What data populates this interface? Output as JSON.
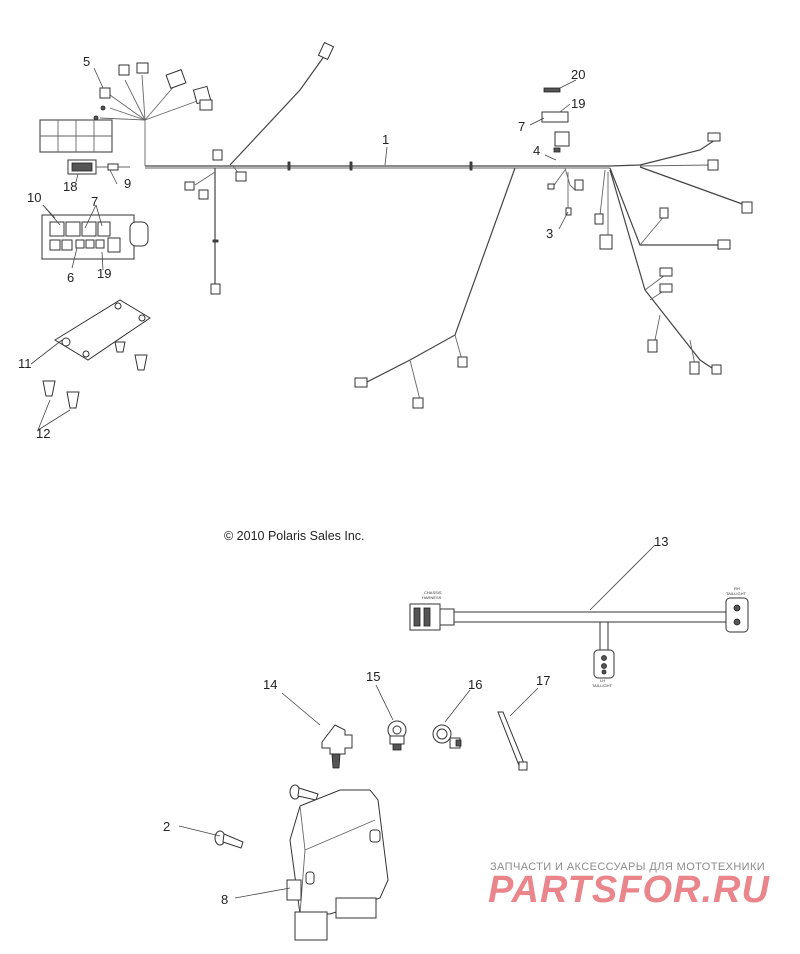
{
  "callouts": {
    "c1": "1",
    "c2": "2",
    "c3": "3",
    "c4": "4",
    "c5": "5",
    "c6": "6",
    "c7a": "7",
    "c7b": "7",
    "c8": "8",
    "c9": "9",
    "c10": "10",
    "c11": "11",
    "c12": "12",
    "c13": "13",
    "c14": "14",
    "c15": "15",
    "c16": "16",
    "c17": "17",
    "c18": "18",
    "c19a": "19",
    "c19b": "19",
    "c20": "20"
  },
  "copyright": "© 2010 Polaris Sales Inc.",
  "harness_labels": {
    "chassis": [
      "CHASSIS",
      "HARNESS"
    ],
    "rh": [
      "RH",
      "TAILLIGHT"
    ],
    "lh": [
      "LH",
      "TAILLIGHT"
    ]
  },
  "watermark": {
    "tagline": "ЗАПЧАСТИ И АКСЕССУАРЫ ДЛЯ МОТОТЕХНИКИ",
    "logo": "PARTSFOR.RU"
  }
}
